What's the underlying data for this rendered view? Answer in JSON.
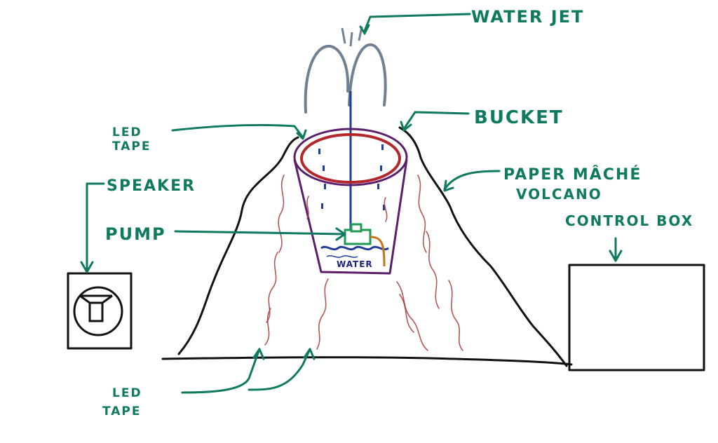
{
  "labels": {
    "water_jet": "WATER JET",
    "bucket": "BUCKET",
    "led_tape_top_line1": "LED",
    "led_tape_top_line2": "TAPE",
    "speaker": "SPEAKER",
    "paper_mache_line1": "PAPER MÂCHÉ",
    "paper_mache_line2": "VOLCANO",
    "pump": "PUMP",
    "control_box": "CONTROL BOX",
    "led_tape_bottom_line1": "LED",
    "led_tape_bottom_line2": "TAPE",
    "water": "WATER"
  },
  "colors": {
    "label_green": "#0f7a5f",
    "ink_black": "#111111",
    "led_red": "#b3262b",
    "bucket_purple": "#5a1f6b",
    "water_blue": "#1f3f9a",
    "jet_gray": "#6f8193",
    "pump_green": "#1f9a56",
    "tube_orange": "#c6771a"
  }
}
